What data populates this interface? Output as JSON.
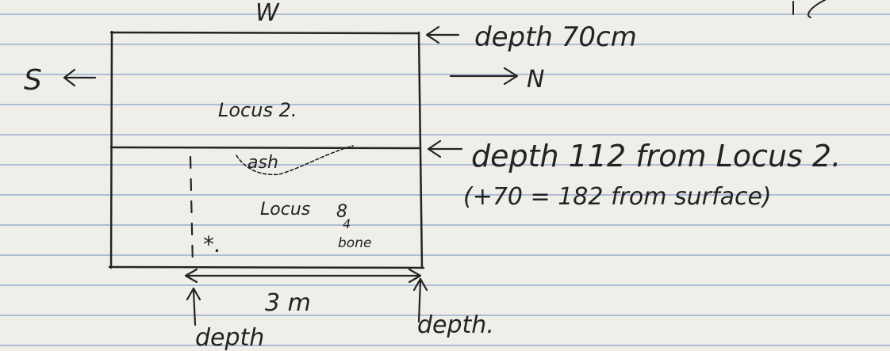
{
  "sketch": {
    "direction_top": "W",
    "direction_left": "S",
    "direction_right": "N",
    "depth_top_label": "depth 70cm",
    "locus_upper": "Locus 2.",
    "locus_lower": "Locus",
    "locus_lower_number": "8",
    "locus_lower_alt_number": "4",
    "bone_label": "bone",
    "ash_label": "ash",
    "find_marker": "*.",
    "depth_mid_label": "depth 112 from Locus 2.",
    "depth_mid_note": "(+70 = 182 from surface)",
    "width_label": "3 m",
    "depth_bottom_left": "depth",
    "depth_bottom_right": "depth."
  },
  "colors": {
    "paper": "#efeee9",
    "rule_lines": "#7896c8",
    "ink": "#232323"
  }
}
